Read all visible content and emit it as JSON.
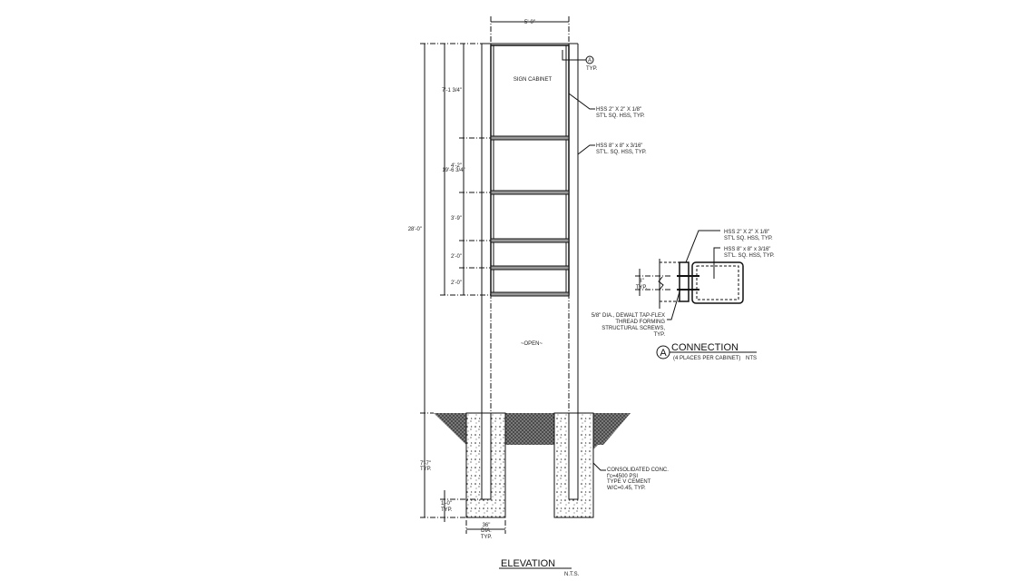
{
  "elevation": {
    "title": "ELEVATION",
    "scale": "N.T.S.",
    "width_dim": "5'-0\"",
    "overall_height": "28'-0\"",
    "cabinet_height": "19'-6 3/4\"",
    "segment_dims": [
      "7'-1 3/4\"",
      "4'-2\"",
      "3'-9\"",
      "2'-0\"",
      "2'-0\""
    ],
    "cabinet_label": "SIGN CABINET",
    "open_label": "~OPEN~",
    "callout_tag": "A",
    "callout_typ": "TYP.",
    "note_hss2": [
      "HSS 2\" X 2\" X 1/8\"",
      "ST'L SQ. HSS, TYP."
    ],
    "note_hss8": [
      "HSS 8\" x 8\" x 3/16\"",
      "ST'L. SQ. HSS, TYP."
    ],
    "embed_dim": [
      "7'-7\"",
      "TYP."
    ],
    "bottom_dim": [
      "1'-0\"",
      "TYP."
    ],
    "dia_dim": [
      "36\"",
      "DIA.",
      "TYP."
    ],
    "concrete_note": [
      "CONSOLIDATED CONC.",
      "f'c=4500 PSI",
      "TYPE V CEMENT",
      "W/C=0.45, TYP."
    ]
  },
  "connection": {
    "tag": "A",
    "title": "CONNECTION",
    "subtitle": "(4 PLACES PER CABINET)",
    "scale": "NTS",
    "note_hss2": [
      "HSS 2\" X 2\" X 1/8\"",
      "ST'L SQ. HSS, TYP."
    ],
    "note_hss8": [
      "HSS 8\" x 8\" x 3/16\"",
      "ST'L. SQ. HSS, TYP."
    ],
    "spacing_dim": [
      "3\"",
      "TYP."
    ],
    "screw_note": [
      "5/8\" DIA., DEWALT TAP-FLEX",
      "THREAD FORMING",
      "STRUCTURAL SCREWS,",
      "TYP."
    ]
  }
}
